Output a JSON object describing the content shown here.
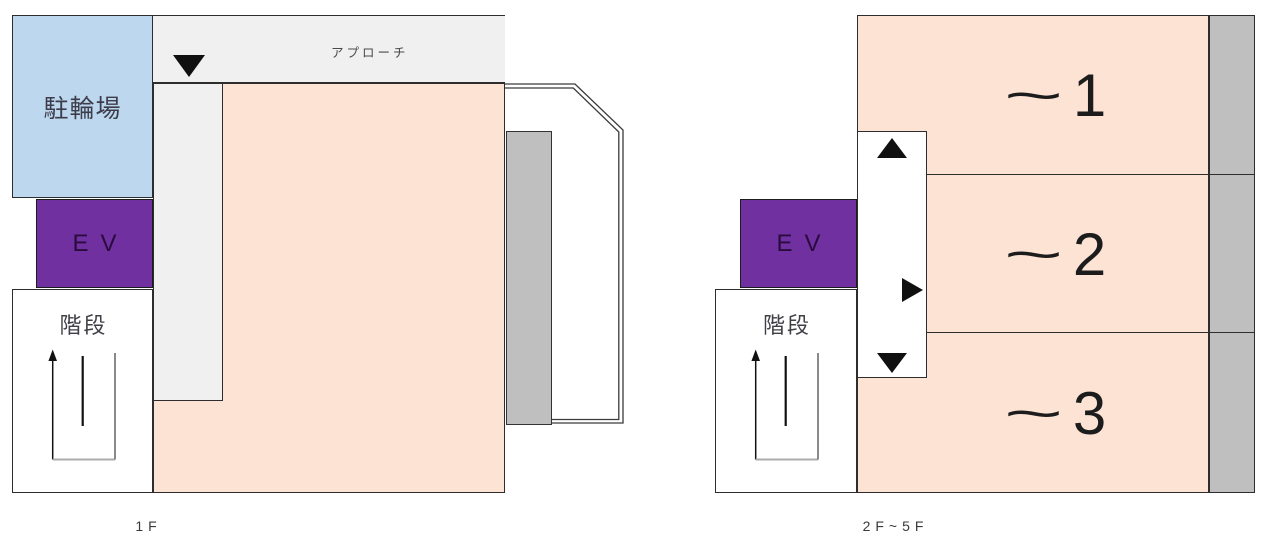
{
  "plan_1f": {
    "floor_label": "1F",
    "bike_parking_label": "駐輪場",
    "approach_label": "アプローチ",
    "elevator_label": "EV",
    "stairs_label": "階段"
  },
  "plan_2f5f": {
    "floor_label": "2F~5F",
    "elevator_label": "EV",
    "stairs_label": "階段",
    "rooms": [
      {
        "tilde": "~",
        "number": "1"
      },
      {
        "tilde": "~",
        "number": "2"
      },
      {
        "tilde": "~",
        "number": "3"
      }
    ]
  },
  "icons": {
    "entrance_1f": "triangle-down",
    "stairs_1f": "stairs-up-arrow",
    "up_2f5f": "triangle-up",
    "to_rooms_2f5f": "triangle-right",
    "down_2f5f": "triangle-down",
    "stairs_2f5f": "stairs-up-arrow",
    "upper_floor_outline_1f": "double-line-outline"
  },
  "colors": {
    "line": "#2d2d2d",
    "bike_parking": "#bdd7ee",
    "elevator": "#7030a0",
    "elevator_text": "#2a0b3d",
    "room_fill": "#fce3d4",
    "approach_fill": "#f0f0f0",
    "corridor_1f_fill": "#f0f0f0",
    "corridor_2f5f_fill": "#ffffff",
    "balcony_fill": "#bfbfbf",
    "text": "#3f3f46"
  }
}
